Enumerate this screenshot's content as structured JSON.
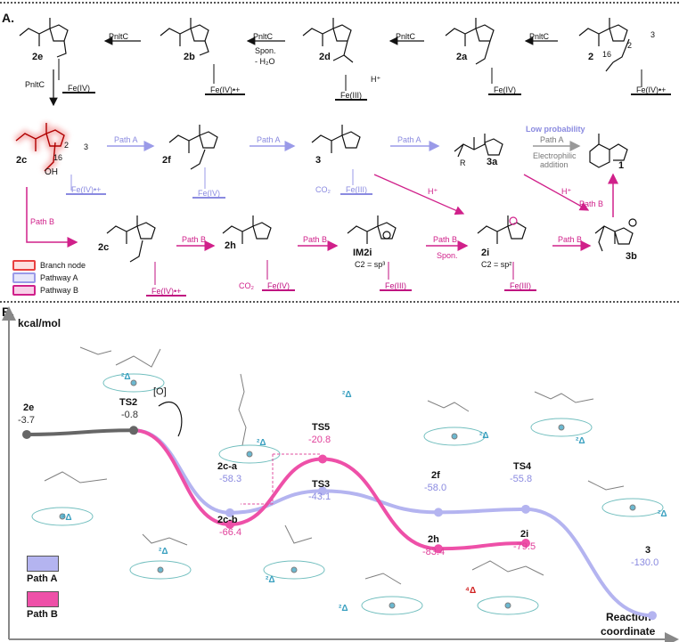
{
  "panel_a": {
    "label": "A.",
    "compounds": {
      "c2e": "2e",
      "c2b": "2b",
      "c2d": "2d",
      "c2a": "2a",
      "c2": "2",
      "c2c_top": "2c",
      "c2f": "2f",
      "c3": "3",
      "c3a": "3a",
      "c1": "1",
      "c2c_bot": "2c",
      "c2h": "2h",
      "cIM2i": "IM2i",
      "c2i": "2i",
      "c3b": "3b"
    },
    "enzyme_labels": [
      "PnltC",
      "PnltC",
      "PnltC",
      "PnltC",
      "PnltC"
    ],
    "spon_dehydration": [
      "Spon.",
      "- H₂O"
    ],
    "h_plus": [
      "H⁺",
      "H⁺",
      "H⁺"
    ],
    "fe_labels": {
      "fe_2e": "Fe(IV)",
      "fe_2b": "Fe(IV)•+",
      "fe_2d": "Fe(III)",
      "fe_2a": "Fe(IV)",
      "fe_2": "Fe(IV)•+",
      "fe_2c_top": "Fe(IV)•+",
      "fe_2f": "Fe(IV)",
      "fe_3": "Fe(III)",
      "fe_2c_bot": "Fe(IV)•+",
      "fe_2h": "Fe(IV)",
      "fe_IM2i": "Fe(III)",
      "fe_2i": "Fe(III)"
    },
    "co2": [
      "CO₂",
      "CO₂"
    ],
    "oh": "OH",
    "atom_numbers": [
      "2",
      "3",
      "16",
      "16",
      "2",
      "3"
    ],
    "r_label": "R",
    "path_a": "Path A",
    "path_b": "Path B",
    "spon": "Spon.",
    "low_probability": "Low probability",
    "path_a_gray": "Path A",
    "electrophilic": [
      "Electrophilic",
      "addition"
    ],
    "c2_sp3": "C2 = sp³",
    "c2_sp2": "C2 = sp²",
    "legend": [
      {
        "label": "Branch node",
        "color": "#e84040"
      },
      {
        "label": "Pathway A",
        "color": "#9a9ae8"
      },
      {
        "label": "Pathway B",
        "color": "#d0208a"
      }
    ]
  },
  "panel_b": {
    "label": "B.",
    "y_label": "kcal/mol",
    "x_label": [
      "Reaction",
      "coordinate"
    ],
    "oxidation": "[O]",
    "spin_labels": [
      "²Δ",
      "²Δ",
      "²Δ",
      "²Δ",
      "²Δ",
      "²Δ",
      "²Δ",
      "²Δ",
      "²Δ",
      "²Δ"
    ],
    "spin_quartet": "⁴Δ",
    "legend": [
      {
        "label": "Path A",
        "color": "#b4b4f0"
      },
      {
        "label": "Path B",
        "color": "#ee50a8"
      }
    ],
    "points": {
      "p2e": {
        "name": "2e",
        "value": "-3.7"
      },
      "pTS2": {
        "name": "TS2",
        "value": "-0.8"
      },
      "p2ca": {
        "name": "2c-a",
        "value": "-58.3"
      },
      "p2cb": {
        "name": "2c-b",
        "value": "-66.4"
      },
      "pTS5": {
        "name": "TS5",
        "value": "-20.8"
      },
      "pTS3": {
        "name": "TS3",
        "value": "-43.1"
      },
      "p2h": {
        "name": "2h",
        "value": "-83.4"
      },
      "p2f": {
        "name": "2f",
        "value": "-58.0"
      },
      "pTS4": {
        "name": "TS4",
        "value": "-55.8"
      },
      "p2i": {
        "name": "2i",
        "value": "-79.5"
      },
      "p3": {
        "name": "3",
        "value": "-130.0"
      }
    },
    "colors": {
      "path_a": "#b4b4f0",
      "path_b": "#ee50a8",
      "common": "#666666"
    }
  }
}
